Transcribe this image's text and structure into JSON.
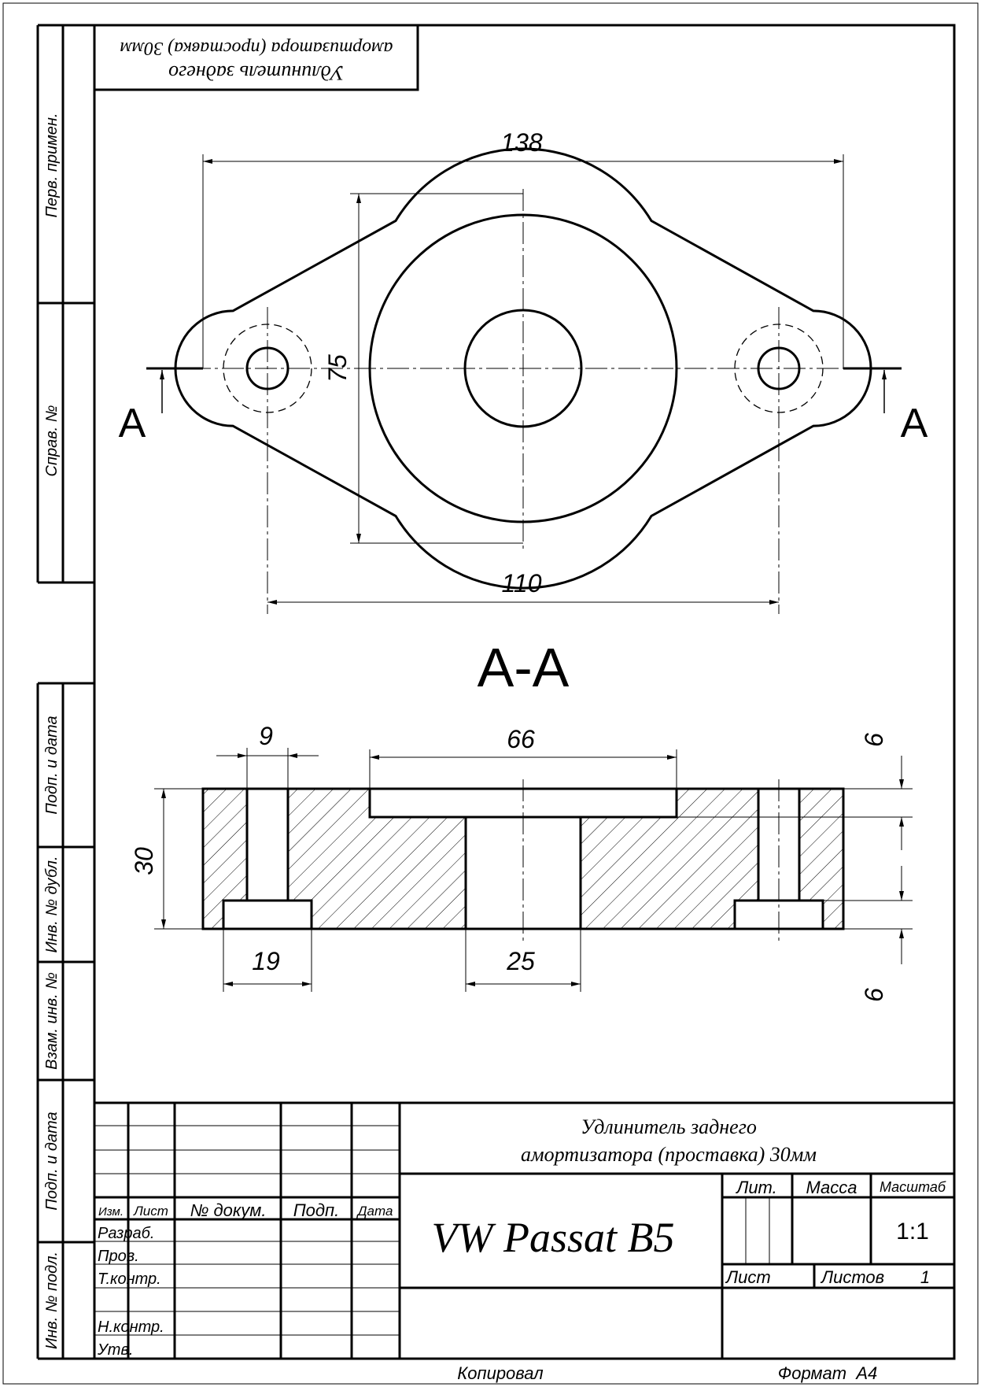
{
  "drawing": {
    "top_title_line1": "Удлинитель заднего",
    "top_title_line2": "амортизатора (проставка) 30мм",
    "section_marker": "А",
    "section_title": "А-А",
    "plan_dims": {
      "overall_length": "138",
      "height": "75",
      "hole_spacing": "110"
    },
    "section_dims": {
      "hole_dia": "9",
      "counterbore_dia": "19",
      "recess_dia": "66",
      "center_hole_dia": "25",
      "thickness": "30",
      "recess_depth": "6",
      "counterbore_depth": "6"
    }
  },
  "left_margin": {
    "perv_primen": "Перв. примен.",
    "sprav_no": "Справ. №",
    "podp_data_1": "Подп. и дата",
    "inv_dubl": "Инв. № дубл.",
    "vzam_inv": "Взам. инв. №",
    "podp_data_2": "Подп. и дата",
    "inv_podl": "Инв. № подл."
  },
  "title_block": {
    "headers": {
      "izm": "Изм.",
      "list": "Лист",
      "no_dokum": "№ докум.",
      "podp": "Подп.",
      "data": "Дата"
    },
    "roles": {
      "razrab": "Разраб.",
      "prov": "Пров.",
      "t_kontr": "Т.контр.",
      "n_kontr": "Н.контр.",
      "utv": "Утв."
    },
    "name_line1": "Удлинитель заднего",
    "name_line2": "амортизатора (проставка) 30мм",
    "designation": "VW Passat B5",
    "lit": "Лит.",
    "massa": "Масса",
    "masshtab": "Масштаб",
    "scale_value": "1:1",
    "list_label": "Лист",
    "listov_label": "Листов",
    "listov_value": "1"
  },
  "footer": {
    "kopiroval": "Копировал",
    "format": "Формат  А4"
  }
}
